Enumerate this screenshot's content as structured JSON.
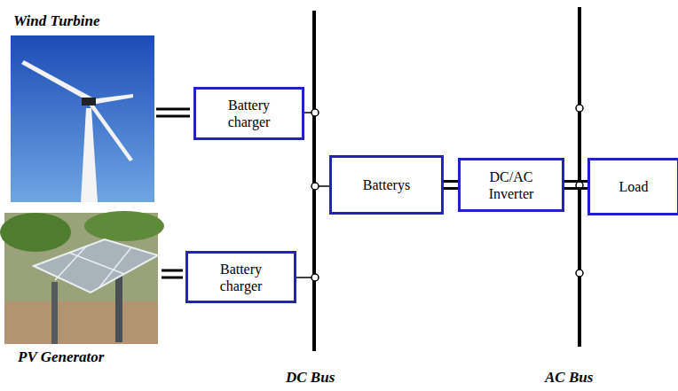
{
  "diagram": {
    "nodes": [
      {
        "text": [
          "Battery charger"
        ]
      },
      {
        "text": [
          "Battery charger"
        ]
      },
      {
        "text": [
          "Batterys"
        ]
      },
      {
        "text": [
          "DC/AC Inverter"
        ]
      },
      {
        "text": [
          "Load"
        ]
      }
    ],
    "edges": [
      {
        "from": 2,
        "to": 3,
        "arrow": "none"
      },
      {
        "from": 3,
        "to": 4,
        "arrow": "none"
      }
    ],
    "labels": [
      "Wind Turbine",
      "PV Generator",
      "DC Bus",
      "AC Bus"
    ]
  }
}
